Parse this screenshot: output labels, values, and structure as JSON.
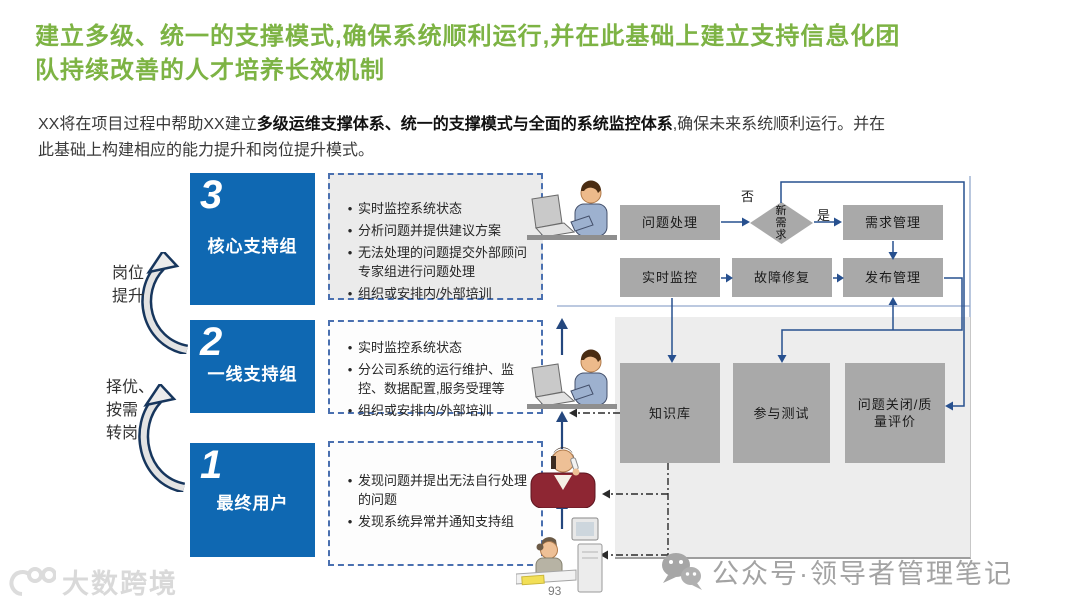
{
  "title": {
    "line1": "建立多级、统一的支撑模式,确保系统顺利运行,并在此基础上建立支持信息化团",
    "line2": "队持续改善的人才培养长效机制"
  },
  "intro": {
    "pre": "XX将在项目过程中帮助XX建立",
    "bold": "多级运维支撑体系、统一的支撑模式与全面的系统监控体系",
    "post": ",确保未来系统顺利运行。并在",
    "line2": "此基础上构建相应的能力提升和岗位提升模式。"
  },
  "side_labels": {
    "promotion": "岗位\n提升",
    "transfer": "择优、\n按需\n转岗"
  },
  "levels": [
    {
      "number": "3",
      "name": "核心支持组",
      "bullets": [
        "实时监控系统状态",
        "分析问题并提供建议方案",
        "无法处理的问题提交外部顾问专家组进行问题处理",
        "组织或安排内/外部培训"
      ]
    },
    {
      "number": "2",
      "name": "一线支持组",
      "bullets": [
        "实时监控系统状态",
        "分公司系统的运行维护、监控、数据配置,服务受理等",
        "组织或安排内/外部培训"
      ]
    },
    {
      "number": "1",
      "name": "最终用户",
      "bullets": [
        "发现问题并提出无法自行处理的问题",
        "发现系统异常并通知支持组"
      ]
    }
  ],
  "flow": {
    "issue": "问题处理",
    "demand": "需求管理",
    "monitor": "实时监控",
    "repair": "故障修复",
    "release": "发布管理",
    "decision": {
      "label": "新需求",
      "no": "否",
      "yes": "是"
    },
    "kb": "知识库",
    "test": "参与测试",
    "close": "问题关闭/质量评价"
  },
  "footer": {
    "page_number": "93",
    "logo_text": "大数跨境",
    "watermark": "公众号·领导者管理笔记"
  },
  "icons": {
    "person_at_laptop": "person-at-laptop-clipart",
    "phone_woman": "woman-on-phone-clipart",
    "desk_woman": "woman-at-desk-clipart",
    "wechat": "wechat-icon",
    "curved_arrow": "curved-up-arrow"
  },
  "colors": {
    "title_green": "#7DB344",
    "primary_blue": "#0F68B2",
    "navy": "#1F3B73",
    "box_gray": "#A9A9A9",
    "panel_gray": "#EDEDED",
    "dashed_blue": "#4A70B0"
  }
}
